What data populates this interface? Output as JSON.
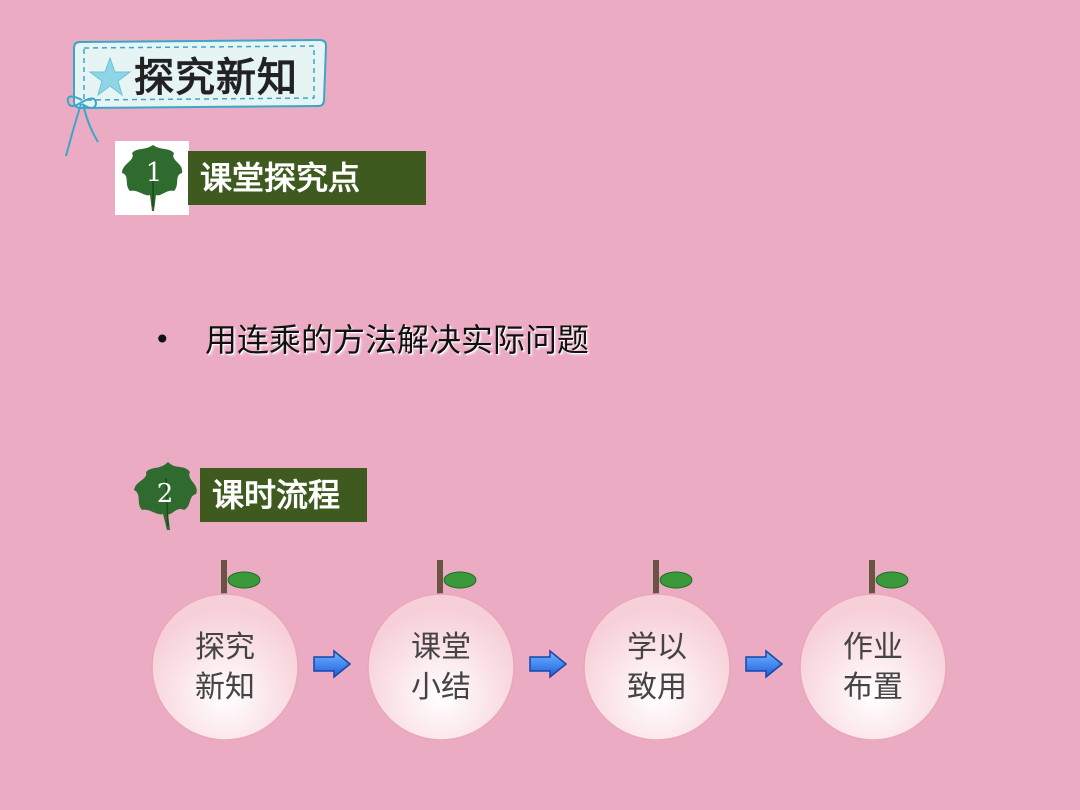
{
  "header": {
    "badge_title": "探究新知"
  },
  "sections": [
    {
      "number": "1",
      "title": "课堂探究点"
    },
    {
      "number": "2",
      "title": "课时流程"
    }
  ],
  "content": {
    "bullet_marker": "•",
    "bullet_text": "用连乘的方法解决实际问题"
  },
  "flow": {
    "steps": [
      {
        "line1": "探究",
        "line2": "新知"
      },
      {
        "line1": "课堂",
        "line2": "小结"
      },
      {
        "line1": "学以",
        "line2": "致用"
      },
      {
        "line1": "作业",
        "line2": "布置"
      }
    ]
  },
  "colors": {
    "background": "#ebabc3",
    "section_bar": "#3e5a1e",
    "leaf": "#2f6b2f",
    "badge_fill": "#e6f4f4",
    "badge_border": "#3aa7c9",
    "arrow": "#1e6cff",
    "star": "#8ed6e6"
  },
  "icons": {
    "badge_star": "star-icon",
    "badge_ribbon": "ribbon-icon",
    "section_leaf": "leaf-icon",
    "flow_arrow": "arrow-right-icon",
    "flow_fruit": "peach-icon"
  }
}
